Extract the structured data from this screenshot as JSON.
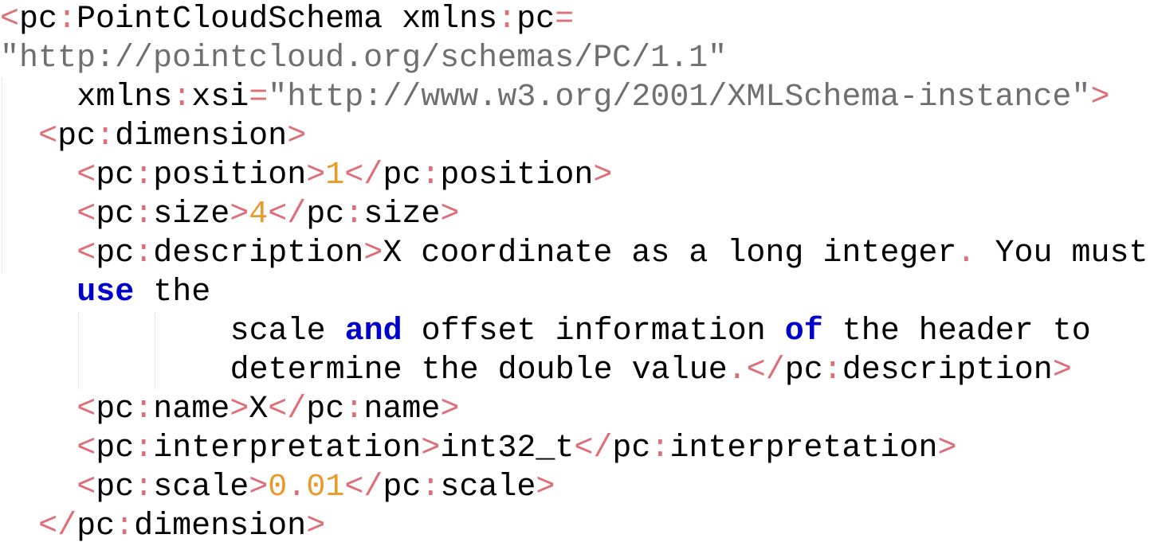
{
  "editor": {
    "colors": {
      "background": "#ffffff",
      "punctuation": "#e06c75",
      "text": "#000000",
      "string": "#6f6f6f",
      "number": "#e89a2a",
      "keyword": "#0000cc",
      "indent_guide": "#d4d4d4"
    },
    "lines": [
      {
        "indent": 0,
        "tokens": [
          {
            "t": "<",
            "k": "punct"
          },
          {
            "t": "pc",
            "k": "text"
          },
          {
            "t": ":",
            "k": "punct"
          },
          {
            "t": "PointCloudSchema xmlns",
            "k": "text"
          },
          {
            "t": ":",
            "k": "punct"
          },
          {
            "t": "pc",
            "k": "text"
          },
          {
            "t": "=",
            "k": "punct"
          }
        ]
      },
      {
        "indent": 0,
        "tokens": [
          {
            "t": "\"http://pointcloud.org/schemas/PC/1.1\"",
            "k": "str"
          }
        ]
      },
      {
        "indent": 4,
        "tokens": [
          {
            "t": "xmlns",
            "k": "text"
          },
          {
            "t": ":",
            "k": "punct"
          },
          {
            "t": "xsi",
            "k": "text"
          },
          {
            "t": "=",
            "k": "punct"
          },
          {
            "t": "\"http://www.w3.org/2001/XMLSchema-instance\"",
            "k": "str"
          },
          {
            "t": ">",
            "k": "punct"
          }
        ]
      },
      {
        "indent": 2,
        "tokens": [
          {
            "t": "<",
            "k": "punct"
          },
          {
            "t": "pc",
            "k": "text"
          },
          {
            "t": ":",
            "k": "punct"
          },
          {
            "t": "dimension",
            "k": "text"
          },
          {
            "t": ">",
            "k": "punct"
          }
        ]
      },
      {
        "indent": 4,
        "tokens": [
          {
            "t": "<",
            "k": "punct"
          },
          {
            "t": "pc",
            "k": "text"
          },
          {
            "t": ":",
            "k": "punct"
          },
          {
            "t": "position",
            "k": "text"
          },
          {
            "t": ">",
            "k": "punct"
          },
          {
            "t": "1",
            "k": "num"
          },
          {
            "t": "</",
            "k": "punct"
          },
          {
            "t": "pc",
            "k": "text"
          },
          {
            "t": ":",
            "k": "punct"
          },
          {
            "t": "position",
            "k": "text"
          },
          {
            "t": ">",
            "k": "punct"
          }
        ]
      },
      {
        "indent": 4,
        "tokens": [
          {
            "t": "<",
            "k": "punct"
          },
          {
            "t": "pc",
            "k": "text"
          },
          {
            "t": ":",
            "k": "punct"
          },
          {
            "t": "size",
            "k": "text"
          },
          {
            "t": ">",
            "k": "punct"
          },
          {
            "t": "4",
            "k": "num"
          },
          {
            "t": "</",
            "k": "punct"
          },
          {
            "t": "pc",
            "k": "text"
          },
          {
            "t": ":",
            "k": "punct"
          },
          {
            "t": "size",
            "k": "text"
          },
          {
            "t": ">",
            "k": "punct"
          }
        ]
      },
      {
        "indent": 4,
        "tokens": [
          {
            "t": "<",
            "k": "punct"
          },
          {
            "t": "pc",
            "k": "text"
          },
          {
            "t": ":",
            "k": "punct"
          },
          {
            "t": "description",
            "k": "text"
          },
          {
            "t": ">",
            "k": "punct"
          },
          {
            "t": "X coordinate as a long integer",
            "k": "text"
          },
          {
            "t": ".",
            "k": "punct"
          },
          {
            "t": " You must",
            "k": "text"
          }
        ]
      },
      {
        "indent": 4,
        "tokens": [
          {
            "t": "use",
            "k": "kw"
          },
          {
            "t": " the",
            "k": "text"
          }
        ]
      },
      {
        "indent": 12,
        "tokens": [
          {
            "t": "scale ",
            "k": "text"
          },
          {
            "t": "and",
            "k": "kw"
          },
          {
            "t": " offset information ",
            "k": "text"
          },
          {
            "t": "of",
            "k": "kw"
          },
          {
            "t": " the header to",
            "k": "text"
          }
        ]
      },
      {
        "indent": 12,
        "tokens": [
          {
            "t": "determine the double value",
            "k": "text"
          },
          {
            "t": ".",
            "k": "punct"
          },
          {
            "t": "</",
            "k": "punct"
          },
          {
            "t": "pc",
            "k": "text"
          },
          {
            "t": ":",
            "k": "punct"
          },
          {
            "t": "description",
            "k": "text"
          },
          {
            "t": ">",
            "k": "punct"
          }
        ]
      },
      {
        "indent": 4,
        "tokens": [
          {
            "t": "<",
            "k": "punct"
          },
          {
            "t": "pc",
            "k": "text"
          },
          {
            "t": ":",
            "k": "punct"
          },
          {
            "t": "name",
            "k": "text"
          },
          {
            "t": ">",
            "k": "punct"
          },
          {
            "t": "X",
            "k": "text"
          },
          {
            "t": "</",
            "k": "punct"
          },
          {
            "t": "pc",
            "k": "text"
          },
          {
            "t": ":",
            "k": "punct"
          },
          {
            "t": "name",
            "k": "text"
          },
          {
            "t": ">",
            "k": "punct"
          }
        ]
      },
      {
        "indent": 4,
        "tokens": [
          {
            "t": "<",
            "k": "punct"
          },
          {
            "t": "pc",
            "k": "text"
          },
          {
            "t": ":",
            "k": "punct"
          },
          {
            "t": "interpretation",
            "k": "text"
          },
          {
            "t": ">",
            "k": "punct"
          },
          {
            "t": "int32_t",
            "k": "text"
          },
          {
            "t": "</",
            "k": "punct"
          },
          {
            "t": "pc",
            "k": "text"
          },
          {
            "t": ":",
            "k": "punct"
          },
          {
            "t": "interpretation",
            "k": "text"
          },
          {
            "t": ">",
            "k": "punct"
          }
        ]
      },
      {
        "indent": 4,
        "tokens": [
          {
            "t": "<",
            "k": "punct"
          },
          {
            "t": "pc",
            "k": "text"
          },
          {
            "t": ":",
            "k": "punct"
          },
          {
            "t": "scale",
            "k": "text"
          },
          {
            "t": ">",
            "k": "punct"
          },
          {
            "t": "0",
            "k": "num"
          },
          {
            "t": ".",
            "k": "punct"
          },
          {
            "t": "01",
            "k": "num"
          },
          {
            "t": "</",
            "k": "punct"
          },
          {
            "t": "pc",
            "k": "text"
          },
          {
            "t": ":",
            "k": "punct"
          },
          {
            "t": "scale",
            "k": "text"
          },
          {
            "t": ">",
            "k": "punct"
          }
        ]
      },
      {
        "indent": 2,
        "tokens": [
          {
            "t": "</",
            "k": "punct"
          },
          {
            "t": "pc",
            "k": "text"
          },
          {
            "t": ":",
            "k": "punct"
          },
          {
            "t": "dimension",
            "k": "text"
          },
          {
            "t": ">",
            "k": "punct"
          }
        ]
      }
    ]
  }
}
